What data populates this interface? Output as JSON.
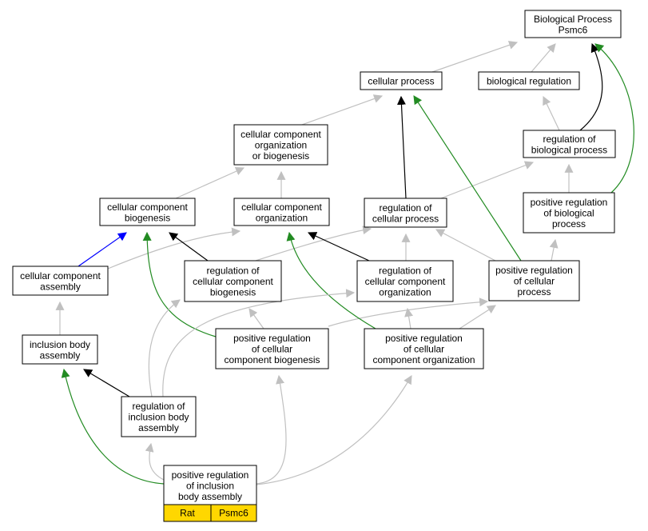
{
  "colors": {
    "is_a": "#c0c0c0",
    "part_of": "#0000ff",
    "regulates": "#000000",
    "positively_regulates": "#228b22",
    "legend_fill": "#ffd700"
  },
  "nodes": {
    "bp_root": [
      "Biological Process",
      "Psmc6"
    ],
    "cellular_process": [
      "cellular process"
    ],
    "biological_regulation": [
      "biological regulation"
    ],
    "ccob": [
      "cellular component",
      "organization",
      "or biogenesis"
    ],
    "reg_bio_process": [
      "regulation of",
      "biological process"
    ],
    "cc_biogenesis": [
      "cellular component",
      "biogenesis"
    ],
    "cc_organization": [
      "cellular component",
      "organization"
    ],
    "reg_cell_process": [
      "regulation of",
      "cellular process"
    ],
    "pos_reg_bio_process": [
      "positive regulation",
      "of biological",
      "process"
    ],
    "cc_assembly": [
      "cellular component",
      "assembly"
    ],
    "reg_cc_biogenesis": [
      "regulation of",
      "cellular component",
      "biogenesis"
    ],
    "reg_cc_organization": [
      "regulation of",
      "cellular component",
      "organization"
    ],
    "pos_reg_cell_process": [
      "positive regulation",
      "of cellular",
      "process"
    ],
    "ib_assembly": [
      "inclusion body",
      "assembly"
    ],
    "pos_reg_cc_biogenesis": [
      "positive regulation",
      "of cellular",
      "component biogenesis"
    ],
    "pos_reg_cc_organization": [
      "positive regulation",
      "of cellular",
      "component organization"
    ],
    "reg_ib_assembly": [
      "regulation of",
      "inclusion body",
      "assembly"
    ],
    "pos_reg_ib_assembly": [
      "positive regulation",
      "of inclusion",
      "body assembly"
    ]
  },
  "legend": {
    "species": "Rat",
    "gene": "Psmc6"
  },
  "edges": [
    {
      "from": "cellular_process",
      "to": "bp_root",
      "rel": "is_a"
    },
    {
      "from": "biological_regulation",
      "to": "bp_root",
      "rel": "is_a"
    },
    {
      "from": "ccob",
      "to": "cellular_process",
      "rel": "is_a"
    },
    {
      "from": "reg_bio_process",
      "to": "biological_regulation",
      "rel": "is_a"
    },
    {
      "from": "reg_bio_process",
      "to": "bp_root",
      "rel": "regulates"
    },
    {
      "from": "cc_biogenesis",
      "to": "ccob",
      "rel": "is_a"
    },
    {
      "from": "cc_organization",
      "to": "ccob",
      "rel": "is_a"
    },
    {
      "from": "reg_cell_process",
      "to": "cellular_process",
      "rel": "regulates"
    },
    {
      "from": "reg_cell_process",
      "to": "reg_bio_process",
      "rel": "is_a"
    },
    {
      "from": "pos_reg_bio_process",
      "to": "reg_bio_process",
      "rel": "is_a"
    },
    {
      "from": "pos_reg_bio_process",
      "to": "bp_root",
      "rel": "positively_regulates"
    },
    {
      "from": "cc_assembly",
      "to": "cc_biogenesis",
      "rel": "part_of"
    },
    {
      "from": "cc_assembly",
      "to": "cc_organization",
      "rel": "is_a"
    },
    {
      "from": "reg_cc_biogenesis",
      "to": "cc_biogenesis",
      "rel": "regulates"
    },
    {
      "from": "reg_cc_biogenesis",
      "to": "reg_cell_process",
      "rel": "is_a"
    },
    {
      "from": "reg_cc_organization",
      "to": "cc_organization",
      "rel": "regulates"
    },
    {
      "from": "reg_cc_organization",
      "to": "reg_cell_process",
      "rel": "is_a"
    },
    {
      "from": "pos_reg_cell_process",
      "to": "reg_cell_process",
      "rel": "is_a"
    },
    {
      "from": "pos_reg_cell_process",
      "to": "pos_reg_bio_process",
      "rel": "is_a"
    },
    {
      "from": "pos_reg_cell_process",
      "to": "cellular_process",
      "rel": "positively_regulates"
    },
    {
      "from": "ib_assembly",
      "to": "cc_assembly",
      "rel": "is_a"
    },
    {
      "from": "pos_reg_cc_biogenesis",
      "to": "reg_cc_biogenesis",
      "rel": "is_a"
    },
    {
      "from": "pos_reg_cc_biogenesis",
      "to": "cc_biogenesis",
      "rel": "positively_regulates"
    },
    {
      "from": "pos_reg_cc_biogenesis",
      "to": "pos_reg_cell_process",
      "rel": "is_a"
    },
    {
      "from": "pos_reg_cc_organization",
      "to": "reg_cc_organization",
      "rel": "is_a"
    },
    {
      "from": "pos_reg_cc_organization",
      "to": "cc_organization",
      "rel": "positively_regulates"
    },
    {
      "from": "pos_reg_cc_organization",
      "to": "pos_reg_cell_process",
      "rel": "is_a"
    },
    {
      "from": "reg_ib_assembly",
      "to": "ib_assembly",
      "rel": "regulates"
    },
    {
      "from": "reg_ib_assembly",
      "to": "reg_cc_biogenesis",
      "rel": "is_a"
    },
    {
      "from": "reg_ib_assembly",
      "to": "reg_cc_organization",
      "rel": "is_a"
    },
    {
      "from": "pos_reg_ib_assembly",
      "to": "reg_ib_assembly",
      "rel": "is_a"
    },
    {
      "from": "pos_reg_ib_assembly",
      "to": "ib_assembly",
      "rel": "positively_regulates"
    },
    {
      "from": "pos_reg_ib_assembly",
      "to": "pos_reg_cc_biogenesis",
      "rel": "is_a"
    },
    {
      "from": "pos_reg_ib_assembly",
      "to": "pos_reg_cc_organization",
      "rel": "is_a"
    }
  ]
}
